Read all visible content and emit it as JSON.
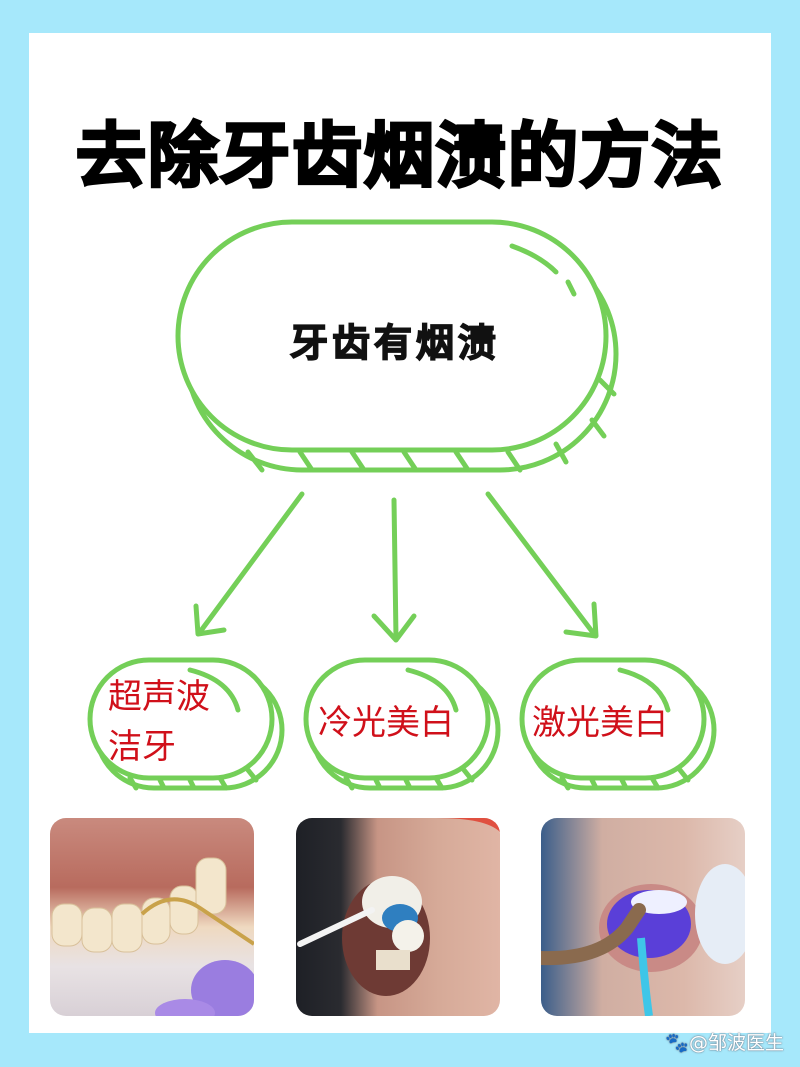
{
  "title": "去除牙齿烟渍的方法",
  "colors": {
    "background": "#a6e8fb",
    "card": "#ffffff",
    "outline_green": "#74cf58",
    "child_text_red": "#d0101a",
    "title_text": "#000000"
  },
  "diagram": {
    "root": {
      "label": "牙齿有烟渍"
    },
    "children": [
      {
        "label_line1": "超声波",
        "label_line2": "洁牙"
      },
      {
        "label": "冷光美白"
      },
      {
        "label": "激光美白"
      }
    ],
    "arrows": [
      "arrow-to-ultrasonic",
      "arrow-to-cold-light",
      "arrow-to-laser"
    ]
  },
  "photos": [
    {
      "name": "ultrasonic-scaling-photo",
      "depicts": "teeth-with-gold-scaler-tip-and-purple-glove"
    },
    {
      "name": "cold-light-whitening-photo",
      "depicts": "mouth-with-whitening-gel-and-applicator"
    },
    {
      "name": "laser-whitening-photo",
      "depicts": "mouth-with-blue-light-device"
    }
  ],
  "watermark": {
    "icon": "baidu-paw-icon",
    "text": "@邹波医生"
  }
}
